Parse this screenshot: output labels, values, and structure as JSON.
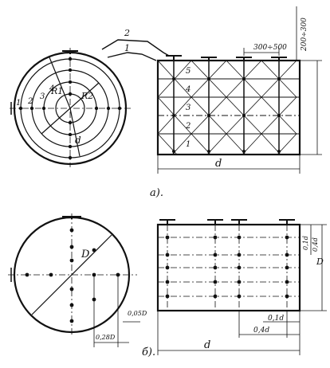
{
  "figure_a": {
    "caption": "а).",
    "leaders": [
      "2",
      "1"
    ],
    "ring_labels": [
      "1",
      "2",
      "3",
      "4"
    ],
    "dim_r1": "R1",
    "dim_r2": "R2",
    "dim_d": "d",
    "side_labels": [
      "5",
      "4",
      "3",
      "2",
      "1"
    ],
    "dim_spacing": "300÷500",
    "dim_top": "200÷300",
    "dim_length": "d"
  },
  "figure_b": {
    "caption": "б).",
    "dim_d": "D",
    "dim_edge": "0,05D",
    "dim_offset": "0,28D",
    "dim_h1": "0,1d",
    "dim_h2": "0,4d",
    "dim_len": "d",
    "dim_v1": "0,1d",
    "dim_v2": "0,4d",
    "dim_height": "D"
  }
}
